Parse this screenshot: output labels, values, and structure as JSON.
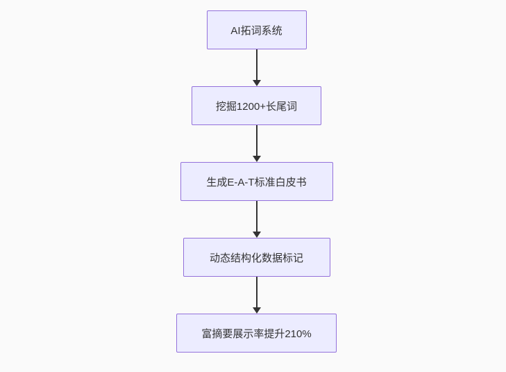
{
  "diagram": {
    "type": "flowchart",
    "direction": "top-down",
    "nodes": [
      {
        "id": "n1",
        "label": "AI拓词系统"
      },
      {
        "id": "n2",
        "label": "挖掘1200+长尾词"
      },
      {
        "id": "n3",
        "label": "生成E-A-T标准白皮书"
      },
      {
        "id": "n4",
        "label": "动态结构化数据标记"
      },
      {
        "id": "n5",
        "label": "富摘要展示率提升210%"
      }
    ],
    "edges": [
      {
        "from": "n1",
        "to": "n2"
      },
      {
        "from": "n2",
        "to": "n3"
      },
      {
        "from": "n3",
        "to": "n4"
      },
      {
        "from": "n4",
        "to": "n5"
      }
    ],
    "colors": {
      "node_fill": "#ECECFF",
      "node_border": "#9370DB",
      "node_text": "#333333",
      "arrow": "#333333",
      "background": "#fafafa"
    }
  }
}
